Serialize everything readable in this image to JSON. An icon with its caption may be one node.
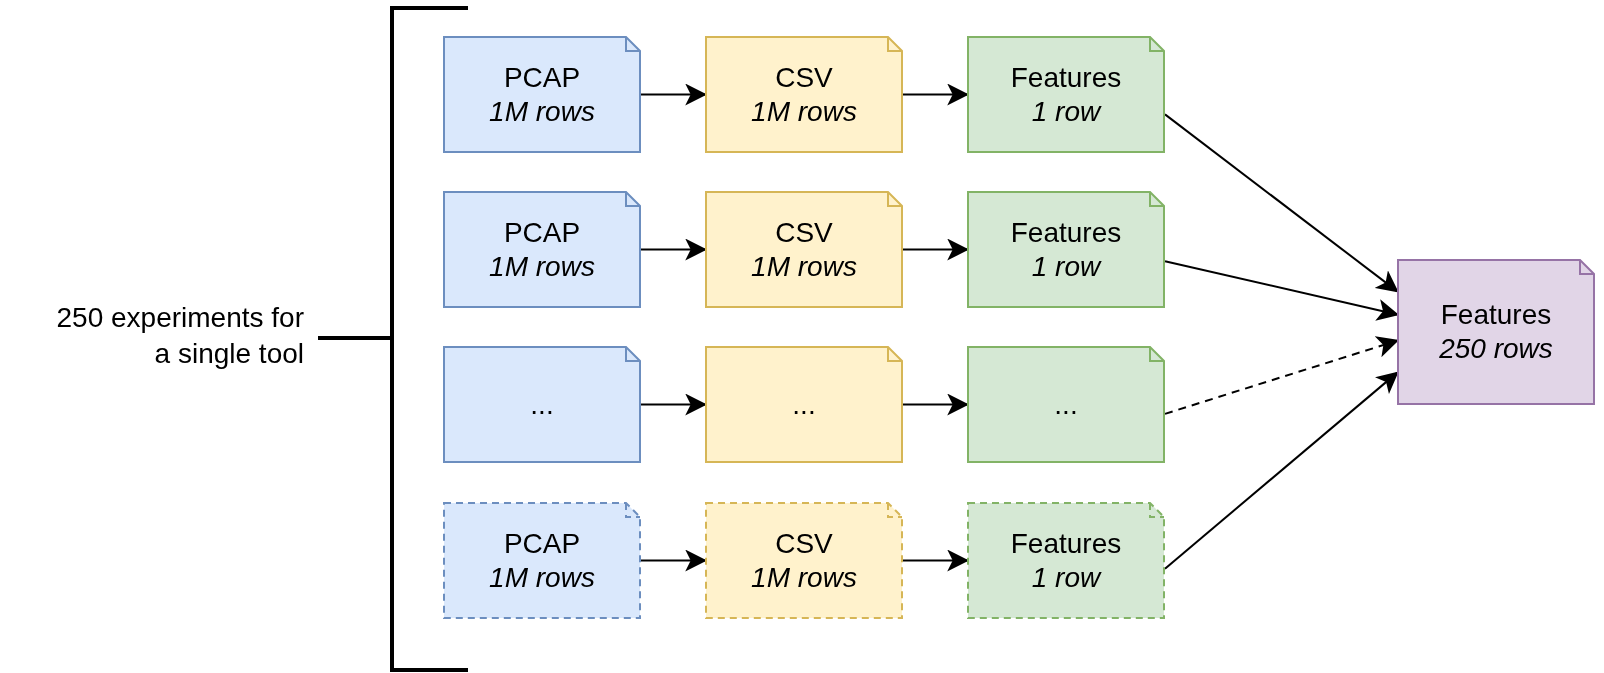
{
  "diagram": {
    "nodes": [
      {
        "text": [
          "PCAP",
          "1M rows"
        ]
      },
      {
        "text": [
          "CSV",
          "1M rows"
        ]
      },
      {
        "text": [
          "Features",
          "1 row"
        ]
      },
      {
        "text": [
          "PCAP",
          "1M rows"
        ]
      },
      {
        "text": [
          "CSV",
          "1M rows"
        ]
      },
      {
        "text": [
          "Features",
          "1 row"
        ]
      },
      {
        "text": [
          "..."
        ]
      },
      {
        "text": [
          "..."
        ]
      },
      {
        "text": [
          "..."
        ]
      },
      {
        "text": [
          "PCAP",
          "1M rows"
        ]
      },
      {
        "text": [
          "CSV",
          "1M rows"
        ]
      },
      {
        "text": [
          "Features",
          "1 row"
        ]
      },
      {
        "text": [
          "Features",
          "250 rows"
        ]
      }
    ],
    "edges": [
      {
        "from": 0,
        "to": 1,
        "arrow": "to"
      },
      {
        "from": 1,
        "to": 2,
        "arrow": "to"
      },
      {
        "from": 3,
        "to": 4,
        "arrow": "to"
      },
      {
        "from": 4,
        "to": 5,
        "arrow": "to"
      },
      {
        "from": 6,
        "to": 7,
        "arrow": "to"
      },
      {
        "from": 7,
        "to": 8,
        "arrow": "to"
      },
      {
        "from": 9,
        "to": 10,
        "arrow": "to"
      },
      {
        "from": 10,
        "to": 11,
        "arrow": "to"
      },
      {
        "from": 2,
        "to": 12,
        "arrow": "to"
      },
      {
        "from": 5,
        "to": 12,
        "arrow": "to"
      },
      {
        "from": 8,
        "to": 12,
        "arrow": "to",
        "style": "dashed"
      },
      {
        "from": 11,
        "to": 12,
        "arrow": "to"
      }
    ],
    "labels": [
      "250 experiments for a single tool"
    ]
  }
}
